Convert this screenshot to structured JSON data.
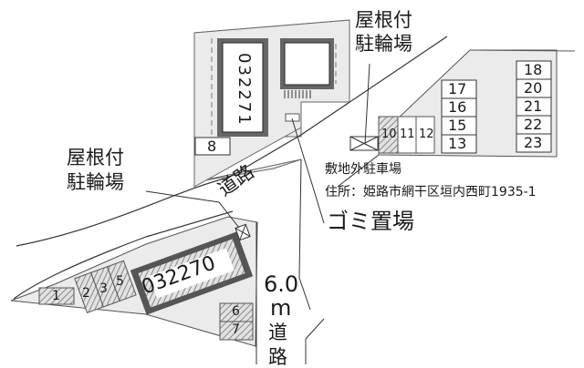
{
  "map": {
    "labels": {
      "covered_bike_top": "屋根付\n駐輪場",
      "covered_bike_top_line1": "屋根付",
      "covered_bike_top_line2": "駐輪場",
      "covered_bike_left_line1": "屋根付",
      "covered_bike_left_line2": "駐輪場",
      "road_main": "道路",
      "offsite_parking": "敷地外駐車場",
      "address": "住所：姫路市網干区垣内西町1935-1",
      "garbage": "ゴミ置場",
      "road_width_line1": "6.0",
      "road_width_line2": "m",
      "road_side_line1": "道",
      "road_side_line2": "路"
    },
    "buildings": [
      {
        "id": "032271",
        "orientation": "vertical"
      },
      {
        "id": "032270",
        "orientation": "rotated"
      }
    ],
    "parking_spaces": {
      "top_left": [
        "8"
      ],
      "offsite_row": [
        "10",
        "11",
        "12"
      ],
      "offsite_col_a": [
        "17",
        "16",
        "15",
        "13"
      ],
      "offsite_col_b": [
        "18",
        "20",
        "21",
        "22",
        "23"
      ],
      "bottom_left": [
        "1",
        "2",
        "3",
        "5"
      ],
      "bottom_right": [
        "6",
        "7"
      ]
    },
    "colors": {
      "lot_fill": "#ebebeb",
      "line": "#333333",
      "building_border": "#555555",
      "hatch": "#999999"
    }
  }
}
